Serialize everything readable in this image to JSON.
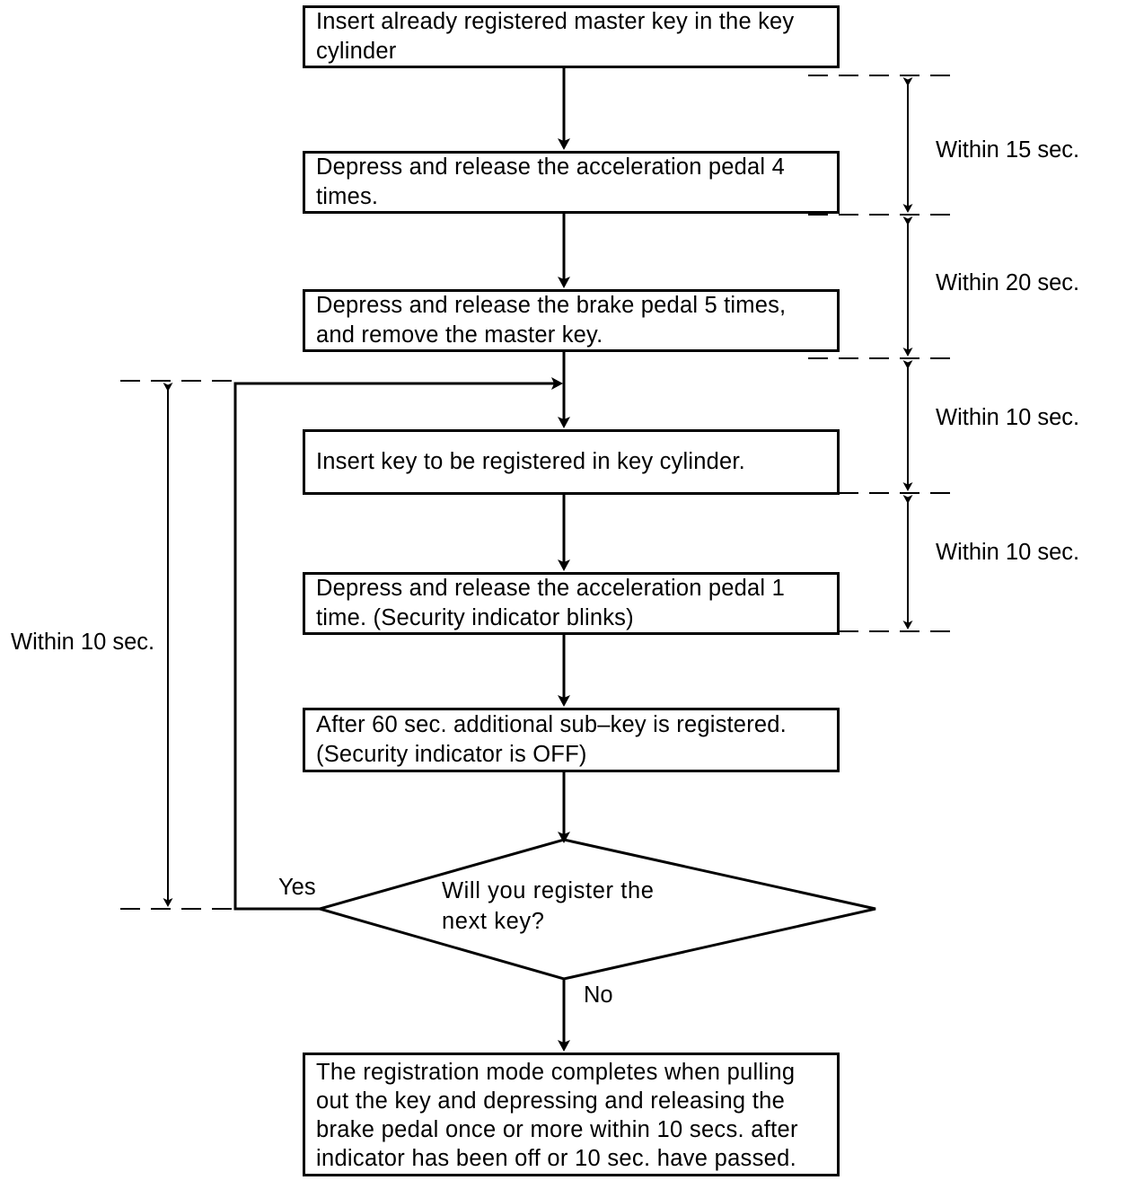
{
  "diagram": {
    "title": "Key registration procedure flowchart",
    "type": "flowchart",
    "stroke_color": "#000000",
    "background_color": "#ffffff",
    "nodes": [
      {
        "id": "step1",
        "shape": "process",
        "text": "Insert already registered master key in the key\ncylinder"
      },
      {
        "id": "step2",
        "shape": "process",
        "text": "Depress and release the acceleration pedal 4\ntimes."
      },
      {
        "id": "step3",
        "shape": "process",
        "text": "Depress and release the brake pedal 5 times,\nand remove the master key."
      },
      {
        "id": "step4",
        "shape": "process",
        "text": "Insert key to be registered in key cylinder."
      },
      {
        "id": "step5",
        "shape": "process",
        "text": "Depress  and  release  the  acceleration  pedal 1\ntime. (Security indicator blinks)"
      },
      {
        "id": "step6",
        "shape": "process",
        "text": "After 60 sec. additional sub–key is registered.\n(Security indicator is OFF)"
      },
      {
        "id": "decision",
        "shape": "diamond",
        "text": "Will  you  register  the\nnext key?"
      },
      {
        "id": "step7",
        "shape": "process",
        "text": "The registration mode completes when pulling\nout the key and depressing and releasing the\nbrake pedal once or more within 10 secs. after\nindicator has been off or 10 sec. have passed."
      }
    ],
    "branch_labels": {
      "yes": "Yes",
      "no": "No"
    },
    "timing_annotations": {
      "right": [
        {
          "id": "t15",
          "text": "Within 15 sec."
        },
        {
          "id": "t20",
          "text": "Within 20 sec."
        },
        {
          "id": "t10a",
          "text": "Within 10 sec."
        },
        {
          "id": "t10b",
          "text": "Within 10 sec."
        }
      ],
      "left": [
        {
          "id": "t10left",
          "text": "Within 10 sec."
        }
      ]
    }
  }
}
